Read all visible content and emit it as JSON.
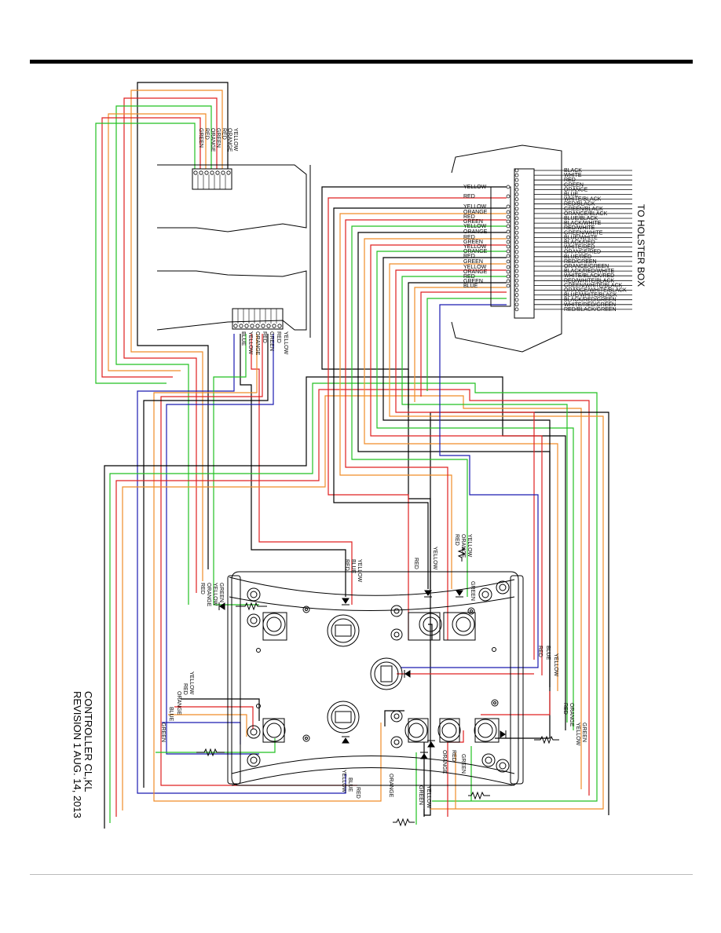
{
  "title": {
    "line1": "CONTROLLER CL,KL",
    "line2": "REVISION 1 AUG. 14, 2013"
  },
  "holster_label": "TO HOLSTER BOX",
  "holster_wires": [
    "BLACK",
    "WHITE",
    "RED",
    "GREEN",
    "ORANGE",
    "BLUE",
    "WHITE/BLACK",
    "RED/BLACK",
    "GREEN/BLACK",
    "ORANGE/BLACK",
    "BLUE/BLACK",
    "BLACK/WHITE",
    "RED/WHITE",
    "GREEN/WHITE",
    "BLUE/WHITE",
    "BLACK/RED",
    "WHITE/RED",
    "ORANGE/RED",
    "BLUE/RED",
    "RED/GREEN",
    "ORANGE/GREEN",
    "BLACK/RED/WHITE",
    "WHITE/BLACK/RED",
    "RED/WHITE/BLACK",
    "GREEN/WHITE/BLACK",
    "ORANGE/WHITE/BLACK",
    "BLUE/WHITE/BLACK",
    "BLACK/RED/GREEN",
    "WHITE/RED/GREEN",
    "RED/BLACK/GREEN"
  ],
  "connector_wires": [
    "YELLOW",
    "RED",
    "YELLOW",
    "ORANGE",
    "RED",
    "GREEN",
    "YELLOW",
    "ORANGE",
    "RED",
    "GREEN",
    "YELLOW",
    "ORANGE",
    "RED",
    "GREEN",
    "YELLOW",
    "ORANGE",
    "RED",
    "GREEN",
    "BLUE"
  ],
  "top_connector_labels": [
    "YELLOW",
    "ORANGE",
    "RED",
    "GREEN",
    "ORANGE",
    "RED",
    "GREEN"
  ],
  "mid_connector_labels": [
    "YELLOW",
    "RED",
    "GREEN",
    "RED",
    "ORANGE",
    "YELLOW",
    "BLUE"
  ],
  "switch_labels": {
    "sw1": [
      "GREEN",
      "YELLOW",
      "ORANGE",
      "RED"
    ],
    "joy_top": [
      "YELLOW",
      "BLUE",
      "RED"
    ],
    "sw2": [
      "RED"
    ],
    "sw3": [
      "YELLOW"
    ],
    "sw4": [
      "YELLOW",
      "ORANGE",
      "RED"
    ],
    "sw4b": [
      "GREEN"
    ],
    "joy_right": [
      "RED",
      "BLUE",
      "YELLOW"
    ],
    "sw5": [
      "GREEN",
      "YELLOW",
      "ORANGE",
      "RED"
    ],
    "sw6": [
      "YELLOW",
      "RED",
      "ORANGE",
      "BLUE",
      "GREEN"
    ],
    "joy_bottom": [
      "YELLOW",
      "BLUE",
      "RED"
    ],
    "sw7": [
      "ORANGE",
      "YELLOW",
      "GREEN"
    ],
    "sw8": [
      "ORANGE",
      "RED",
      "GREEN"
    ]
  },
  "colors": {
    "black": "#000000",
    "red": "#e02020",
    "orange": "#f08c28",
    "green": "#22c022",
    "blue": "#1a1ab0",
    "yellow_wire": "#000000"
  }
}
